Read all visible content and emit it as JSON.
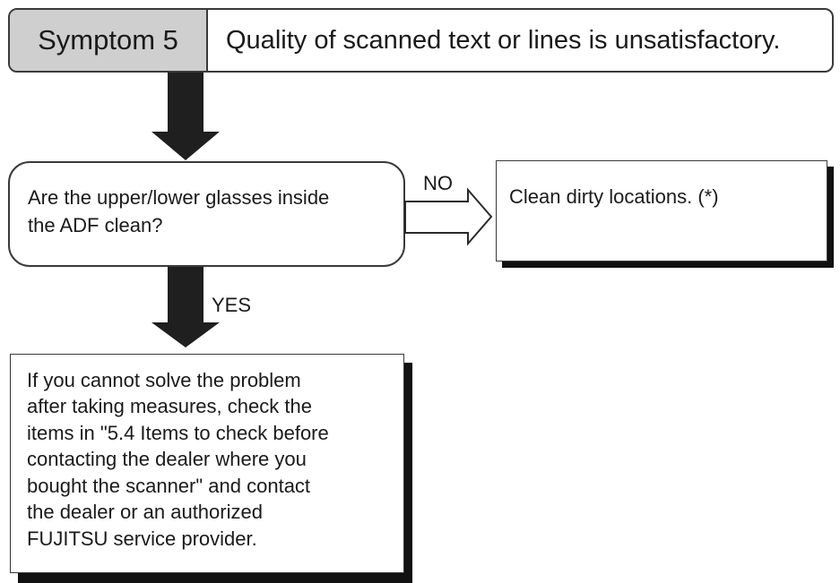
{
  "header": {
    "symptom": "Symptom 5",
    "title": "Quality of scanned text or lines is unsatisfactory."
  },
  "decision": {
    "question_line1": "Are the upper/lower glasses inside",
    "question_line2": "the ADF clean?"
  },
  "branches": {
    "no_label": "NO",
    "yes_label": "YES"
  },
  "action": {
    "text": "Clean dirty locations. (*)"
  },
  "result": {
    "lines": [
      "If you cannot solve the problem",
      "after taking measures, check the",
      "items in \"5.4 Items to check before",
      "contacting the dealer where you",
      "bought the scanner\" and contact",
      "the dealer or an authorized",
      "FUJITSU service provider."
    ]
  }
}
